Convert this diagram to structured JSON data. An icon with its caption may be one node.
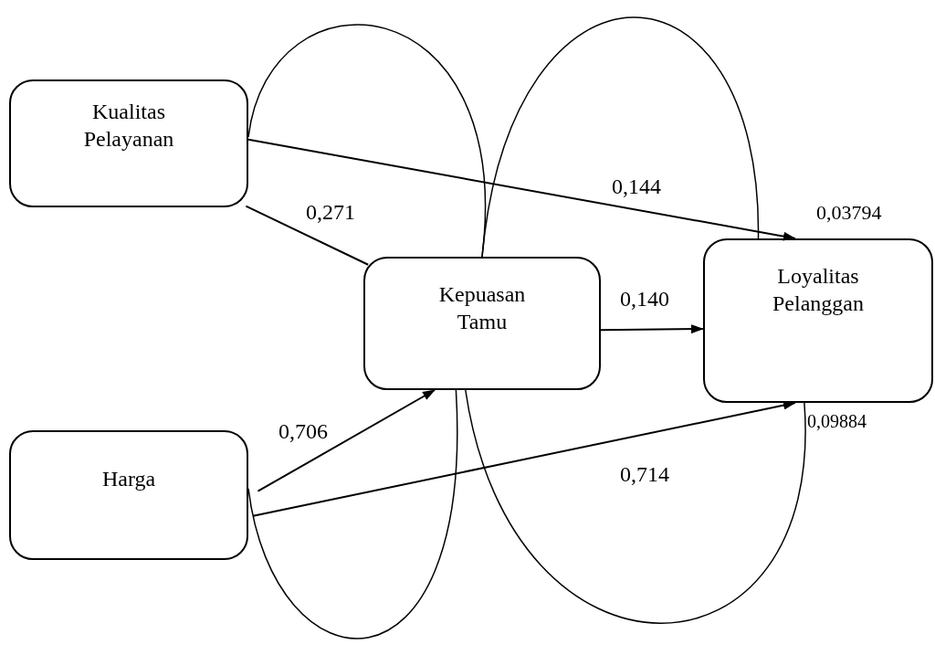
{
  "diagram": {
    "nodes": [
      {
        "text": [
          "Kualitas Pelayanan"
        ]
      },
      {
        "text": [
          "Kepuasan Tamu"
        ]
      },
      {
        "text": [
          "Loyalitas Pelanggan"
        ]
      },
      {
        "text": [
          "Harga"
        ]
      }
    ],
    "edges": [
      {
        "from": 0,
        "to": 2,
        "arrow": "to",
        "label": "0,144"
      },
      {
        "from": 0,
        "to": 1,
        "arrow": "none",
        "label": "0,271"
      },
      {
        "from": 1,
        "to": 2,
        "arrow": "to",
        "label": "0,140"
      },
      {
        "from": 3,
        "to": 1,
        "arrow": "to",
        "label": "0,706"
      },
      {
        "from": 3,
        "to": 2,
        "arrow": "to",
        "label": "0,714"
      },
      {
        "from": 0,
        "to": 1,
        "arrow": "none"
      },
      {
        "from": 1,
        "to": 2,
        "arrow": "none"
      },
      {
        "from": 1,
        "to": 3,
        "arrow": "none"
      },
      {
        "from": 1,
        "to": 2,
        "arrow": "none"
      }
    ],
    "labels": [
      "0,03794",
      "0,09884"
    ]
  }
}
